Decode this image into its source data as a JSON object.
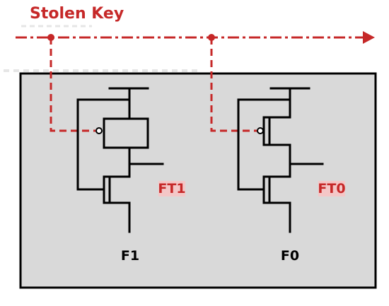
{
  "title": "Stolen Key",
  "cells": [
    {
      "name": "F1",
      "tag": "FT1"
    },
    {
      "name": "F0",
      "tag": "FT0"
    }
  ],
  "colors": {
    "key_line": "#c62828",
    "wire": "#000000",
    "chip_fill": "#d9d9d9",
    "chip_border": "#000000",
    "tag_bg": "#f4c7c7",
    "tag_text": "#c62828",
    "key_glow": "#e6e6e6"
  }
}
